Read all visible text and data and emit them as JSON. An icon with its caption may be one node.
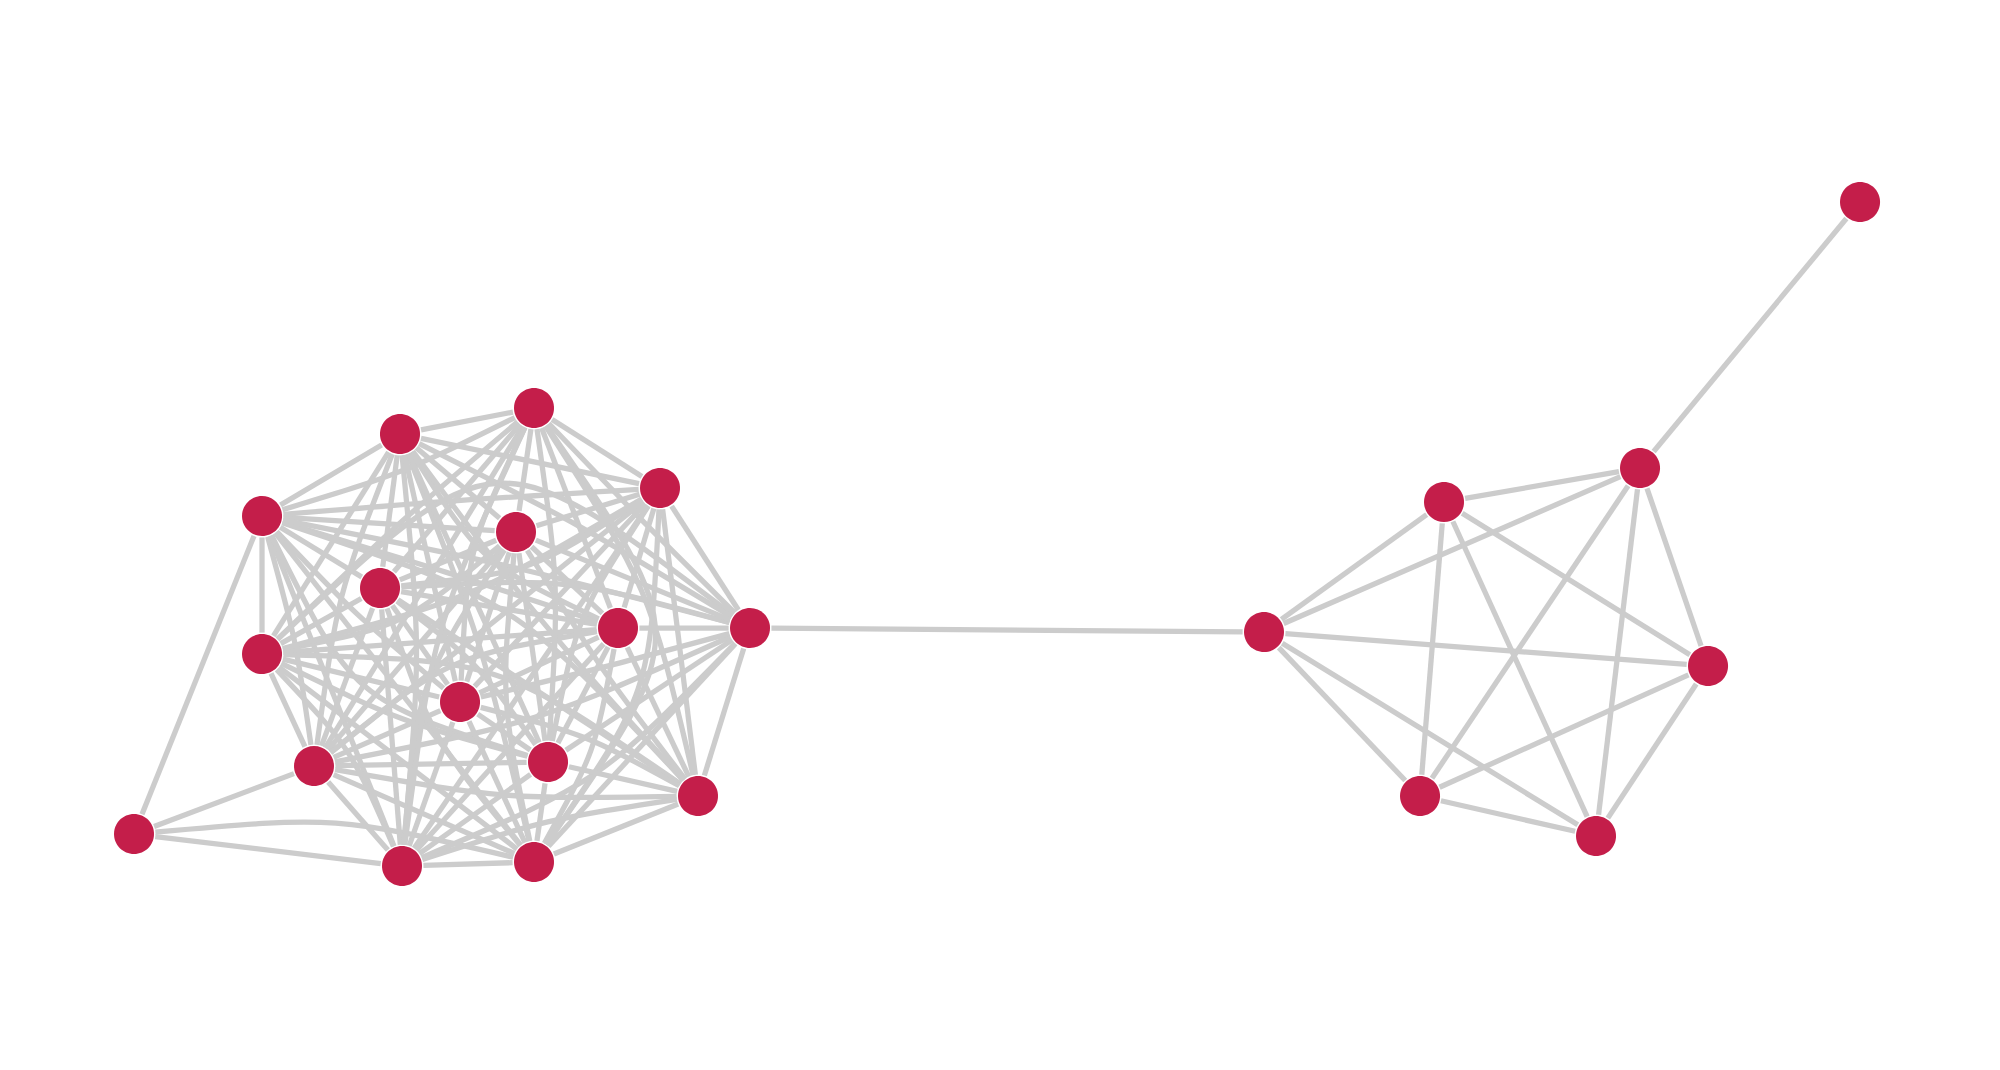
{
  "diagram": {
    "nodes": [
      {
        "text": [],
        "shape": "circle"
      },
      {
        "text": [],
        "shape": "circle"
      },
      {
        "text": [],
        "shape": "circle"
      },
      {
        "text": [],
        "shape": "circle"
      },
      {
        "text": [],
        "shape": "circle"
      },
      {
        "text": [],
        "shape": "circle"
      },
      {
        "text": [],
        "shape": "circle"
      },
      {
        "text": [],
        "shape": "circle"
      },
      {
        "text": [],
        "shape": "circle"
      },
      {
        "text": [],
        "shape": "circle"
      },
      {
        "text": [],
        "shape": "circle"
      },
      {
        "text": [],
        "shape": "circle"
      },
      {
        "text": [],
        "shape": "circle"
      },
      {
        "text": [],
        "shape": "circle"
      },
      {
        "text": [],
        "shape": "circle"
      },
      {
        "text": [],
        "shape": "circle"
      },
      {
        "text": [],
        "shape": "circle"
      },
      {
        "text": [],
        "shape": "circle"
      },
      {
        "text": [],
        "shape": "circle"
      },
      {
        "text": [],
        "shape": "circle"
      },
      {
        "text": [],
        "shape": "circle"
      },
      {
        "text": [],
        "shape": "circle"
      },
      {
        "text": [],
        "shape": "circle"
      }
    ],
    "edges": [
      {
        "from": 0,
        "to": 1,
        "arrow": "none"
      },
      {
        "from": 0,
        "to": 3,
        "arrow": "none"
      },
      {
        "from": 0,
        "to": 6,
        "arrow": "none"
      },
      {
        "from": 0,
        "to": 10,
        "arrow": "none"
      },
      {
        "from": 1,
        "to": 2,
        "arrow": "none"
      },
      {
        "from": 1,
        "to": 3,
        "arrow": "none"
      },
      {
        "from": 1,
        "to": 4,
        "arrow": "none"
      },
      {
        "from": 1,
        "to": 5,
        "arrow": "none"
      },
      {
        "from": 1,
        "to": 6,
        "arrow": "none"
      },
      {
        "from": 1,
        "to": 7,
        "arrow": "none"
      },
      {
        "from": 1,
        "to": 8,
        "arrow": "none"
      },
      {
        "from": 1,
        "to": 9,
        "arrow": "none"
      },
      {
        "from": 1,
        "to": 10,
        "arrow": "none"
      },
      {
        "from": 1,
        "to": 11,
        "arrow": "none"
      },
      {
        "from": 1,
        "to": 12,
        "arrow": "none"
      },
      {
        "from": 1,
        "to": 13,
        "arrow": "none"
      },
      {
        "from": 1,
        "to": 14,
        "arrow": "none"
      },
      {
        "from": 1,
        "to": 15,
        "arrow": "none"
      },
      {
        "from": 2,
        "to": 3,
        "arrow": "none"
      },
      {
        "from": 2,
        "to": 4,
        "arrow": "none"
      },
      {
        "from": 2,
        "to": 5,
        "arrow": "none"
      },
      {
        "from": 2,
        "to": 6,
        "arrow": "none"
      },
      {
        "from": 2,
        "to": 7,
        "arrow": "none"
      },
      {
        "from": 2,
        "to": 8,
        "arrow": "none"
      },
      {
        "from": 2,
        "to": 9,
        "arrow": "none"
      },
      {
        "from": 2,
        "to": 10,
        "arrow": "none"
      },
      {
        "from": 2,
        "to": 11,
        "arrow": "none"
      },
      {
        "from": 2,
        "to": 12,
        "arrow": "none"
      },
      {
        "from": 2,
        "to": 13,
        "arrow": "none"
      },
      {
        "from": 2,
        "to": 14,
        "arrow": "none"
      },
      {
        "from": 2,
        "to": 15,
        "arrow": "none"
      },
      {
        "from": 3,
        "to": 4,
        "arrow": "none"
      },
      {
        "from": 3,
        "to": 5,
        "arrow": "none"
      },
      {
        "from": 3,
        "to": 6,
        "arrow": "none"
      },
      {
        "from": 3,
        "to": 7,
        "arrow": "none"
      },
      {
        "from": 3,
        "to": 8,
        "arrow": "none"
      },
      {
        "from": 3,
        "to": 9,
        "arrow": "none"
      },
      {
        "from": 3,
        "to": 10,
        "arrow": "none"
      },
      {
        "from": 3,
        "to": 11,
        "arrow": "none"
      },
      {
        "from": 3,
        "to": 12,
        "arrow": "none"
      },
      {
        "from": 3,
        "to": 13,
        "arrow": "none"
      },
      {
        "from": 3,
        "to": 14,
        "arrow": "none"
      },
      {
        "from": 3,
        "to": 15,
        "arrow": "none"
      },
      {
        "from": 4,
        "to": 5,
        "arrow": "none"
      },
      {
        "from": 4,
        "to": 6,
        "arrow": "none"
      },
      {
        "from": 4,
        "to": 7,
        "arrow": "none"
      },
      {
        "from": 4,
        "to": 8,
        "arrow": "none"
      },
      {
        "from": 4,
        "to": 9,
        "arrow": "none"
      },
      {
        "from": 4,
        "to": 10,
        "arrow": "none"
      },
      {
        "from": 4,
        "to": 11,
        "arrow": "none"
      },
      {
        "from": 4,
        "to": 12,
        "arrow": "none"
      },
      {
        "from": 4,
        "to": 13,
        "arrow": "none"
      },
      {
        "from": 4,
        "to": 14,
        "arrow": "none"
      },
      {
        "from": 4,
        "to": 15,
        "arrow": "none"
      },
      {
        "from": 5,
        "to": 6,
        "arrow": "none"
      },
      {
        "from": 5,
        "to": 7,
        "arrow": "none"
      },
      {
        "from": 5,
        "to": 8,
        "arrow": "none"
      },
      {
        "from": 5,
        "to": 9,
        "arrow": "none"
      },
      {
        "from": 5,
        "to": 10,
        "arrow": "none"
      },
      {
        "from": 5,
        "to": 11,
        "arrow": "none"
      },
      {
        "from": 5,
        "to": 12,
        "arrow": "none"
      },
      {
        "from": 5,
        "to": 13,
        "arrow": "none"
      },
      {
        "from": 5,
        "to": 14,
        "arrow": "none"
      },
      {
        "from": 5,
        "to": 15,
        "arrow": "none"
      },
      {
        "from": 6,
        "to": 7,
        "arrow": "none"
      },
      {
        "from": 6,
        "to": 8,
        "arrow": "none"
      },
      {
        "from": 6,
        "to": 9,
        "arrow": "none"
      },
      {
        "from": 6,
        "to": 10,
        "arrow": "none"
      },
      {
        "from": 6,
        "to": 11,
        "arrow": "none"
      },
      {
        "from": 6,
        "to": 12,
        "arrow": "none"
      },
      {
        "from": 6,
        "to": 13,
        "arrow": "none"
      },
      {
        "from": 6,
        "to": 14,
        "arrow": "none"
      },
      {
        "from": 6,
        "to": 15,
        "arrow": "none"
      },
      {
        "from": 7,
        "to": 8,
        "arrow": "none"
      },
      {
        "from": 7,
        "to": 9,
        "arrow": "none"
      },
      {
        "from": 7,
        "to": 10,
        "arrow": "none"
      },
      {
        "from": 7,
        "to": 11,
        "arrow": "none"
      },
      {
        "from": 7,
        "to": 12,
        "arrow": "none"
      },
      {
        "from": 7,
        "to": 13,
        "arrow": "none"
      },
      {
        "from": 7,
        "to": 14,
        "arrow": "none"
      },
      {
        "from": 7,
        "to": 15,
        "arrow": "none"
      },
      {
        "from": 8,
        "to": 9,
        "arrow": "none"
      },
      {
        "from": 8,
        "to": 10,
        "arrow": "none"
      },
      {
        "from": 8,
        "to": 11,
        "arrow": "none"
      },
      {
        "from": 8,
        "to": 12,
        "arrow": "none"
      },
      {
        "from": 8,
        "to": 13,
        "arrow": "none"
      },
      {
        "from": 8,
        "to": 14,
        "arrow": "none"
      },
      {
        "from": 8,
        "to": 15,
        "arrow": "none"
      },
      {
        "from": 9,
        "to": 10,
        "arrow": "none"
      },
      {
        "from": 9,
        "to": 11,
        "arrow": "none"
      },
      {
        "from": 9,
        "to": 12,
        "arrow": "none"
      },
      {
        "from": 9,
        "to": 13,
        "arrow": "none"
      },
      {
        "from": 9,
        "to": 14,
        "arrow": "none"
      },
      {
        "from": 9,
        "to": 15,
        "arrow": "none"
      },
      {
        "from": 10,
        "to": 11,
        "arrow": "none"
      },
      {
        "from": 10,
        "to": 12,
        "arrow": "none"
      },
      {
        "from": 10,
        "to": 13,
        "arrow": "none"
      },
      {
        "from": 10,
        "to": 14,
        "arrow": "none"
      },
      {
        "from": 10,
        "to": 15,
        "arrow": "none"
      },
      {
        "from": 11,
        "to": 12,
        "arrow": "none"
      },
      {
        "from": 11,
        "to": 13,
        "arrow": "none"
      },
      {
        "from": 11,
        "to": 14,
        "arrow": "none"
      },
      {
        "from": 11,
        "to": 15,
        "arrow": "none"
      },
      {
        "from": 12,
        "to": 13,
        "arrow": "none"
      },
      {
        "from": 12,
        "to": 14,
        "arrow": "none"
      },
      {
        "from": 12,
        "to": 15,
        "arrow": "none"
      },
      {
        "from": 13,
        "to": 14,
        "arrow": "none"
      },
      {
        "from": 13,
        "to": 15,
        "arrow": "none"
      },
      {
        "from": 14,
        "to": 15,
        "arrow": "none"
      },
      {
        "from": 15,
        "to": 16,
        "arrow": "none"
      },
      {
        "from": 16,
        "to": 17,
        "arrow": "none"
      },
      {
        "from": 16,
        "to": 18,
        "arrow": "none"
      },
      {
        "from": 16,
        "to": 19,
        "arrow": "none"
      },
      {
        "from": 16,
        "to": 20,
        "arrow": "none"
      },
      {
        "from": 16,
        "to": 21,
        "arrow": "none"
      },
      {
        "from": 17,
        "to": 18,
        "arrow": "none"
      },
      {
        "from": 17,
        "to": 19,
        "arrow": "none"
      },
      {
        "from": 17,
        "to": 20,
        "arrow": "none"
      },
      {
        "from": 17,
        "to": 21,
        "arrow": "none"
      },
      {
        "from": 18,
        "to": 19,
        "arrow": "none"
      },
      {
        "from": 18,
        "to": 20,
        "arrow": "none"
      },
      {
        "from": 18,
        "to": 21,
        "arrow": "none"
      },
      {
        "from": 19,
        "to": 20,
        "arrow": "none"
      },
      {
        "from": 19,
        "to": 21,
        "arrow": "none"
      },
      {
        "from": 20,
        "to": 21,
        "arrow": "none"
      },
      {
        "from": 20,
        "to": 22,
        "arrow": "none"
      }
    ]
  }
}
